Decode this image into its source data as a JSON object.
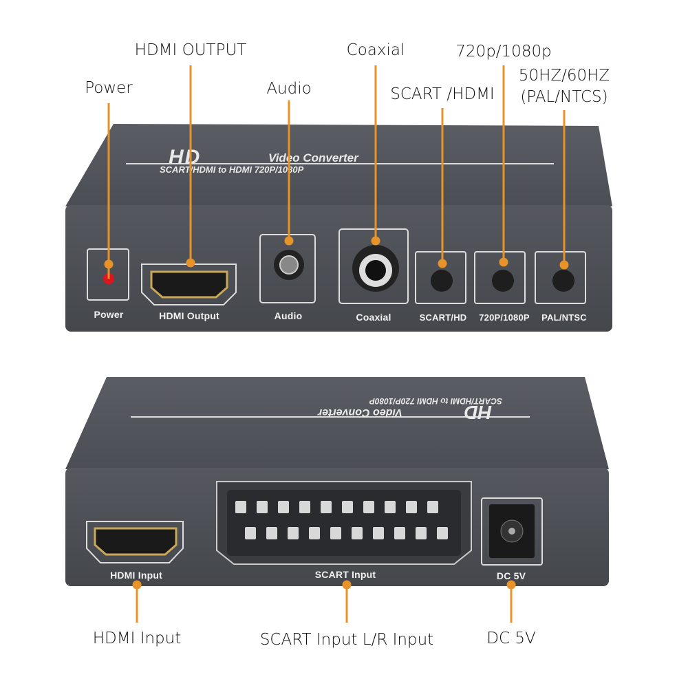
{
  "callouts": {
    "power": "Power",
    "hdmi_output": "HDMI OUTPUT",
    "audio": "Audio",
    "coaxial": "Coaxial",
    "scart_hdmi": "SCART /HDMI",
    "res": "720p/1080p",
    "hz_line1": "50HZ/60HZ",
    "hz_line2": "(PAL/NTCS)",
    "hdmi_input": "HDMI Input",
    "scart_input": "SCART Input L/R Input",
    "dc": "DC 5V"
  },
  "device": {
    "logo": "HD",
    "title": "Video Converter",
    "subtitle": "SCART/HDMI to HDMI 720P/1080P",
    "front_labels": {
      "power": "Power",
      "hdmi_output": "HDMI Output",
      "audio": "Audio",
      "coaxial": "Coaxial",
      "scart_hd": "SCART/HD",
      "res": "720P/1080P",
      "pal_ntsc": "PAL/NTSC"
    },
    "back_labels": {
      "hdmi_input": "HDMI Input",
      "scart_input": "SCART Input",
      "dc": "DC 5V"
    }
  },
  "colors": {
    "accent": "#E8922A",
    "body": "#4a4d52",
    "led": "#e0141e"
  }
}
